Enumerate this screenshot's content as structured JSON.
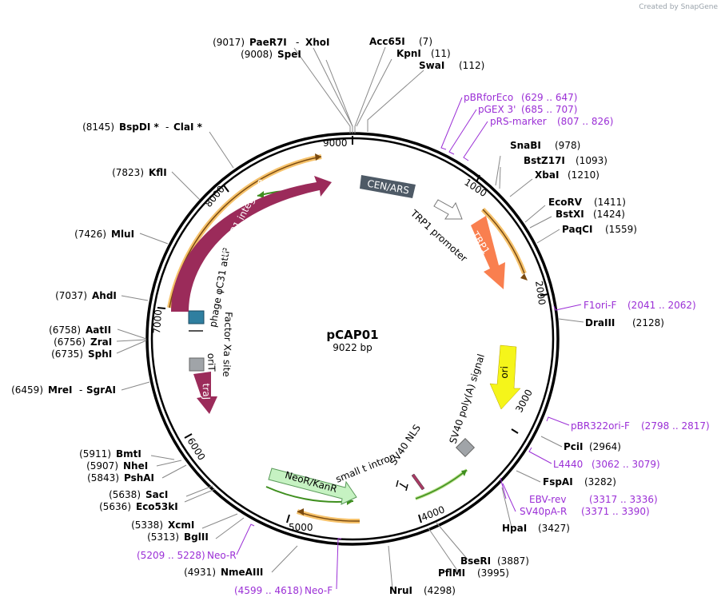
{
  "credit": "Created by SnapGene",
  "plasmid": {
    "name": "pCAP01",
    "size": "9022 bp"
  },
  "ticks": [
    "9000",
    "1000",
    "2000",
    "3000",
    "4000",
    "5000",
    "6000",
    "7000",
    "8000"
  ],
  "enzymes": [
    {
      "name": "PaeR7I",
      "pos": "(9017)"
    },
    {
      "name": "XhoI",
      "pos": ""
    },
    {
      "name": "SpeI",
      "pos": "(9008)"
    },
    {
      "name": "Acc65I",
      "pos": "(7)"
    },
    {
      "name": "KpnI",
      "pos": "(11)"
    },
    {
      "name": "SwaI",
      "pos": "(112)"
    },
    {
      "name": "SnaBI",
      "pos": "(978)"
    },
    {
      "name": "BstZ17I",
      "pos": "(1093)"
    },
    {
      "name": "XbaI",
      "pos": "(1210)"
    },
    {
      "name": "EcoRV",
      "pos": "(1411)"
    },
    {
      "name": "BstXI",
      "pos": "(1424)"
    },
    {
      "name": "PaqCI",
      "pos": "(1559)"
    },
    {
      "name": "DraIII",
      "pos": "(2128)"
    },
    {
      "name": "PciI",
      "pos": "(2964)"
    },
    {
      "name": "FspAI",
      "pos": "(3282)"
    },
    {
      "name": "HpaI",
      "pos": "(3427)"
    },
    {
      "name": "BseRI",
      "pos": "(3887)"
    },
    {
      "name": "PflMI",
      "pos": "(3995)"
    },
    {
      "name": "NruI",
      "pos": "(4298)"
    },
    {
      "name": "NmeAIII",
      "pos": "(4931)"
    },
    {
      "name": "BglII",
      "pos": "(5313)"
    },
    {
      "name": "XcmI",
      "pos": "(5338)"
    },
    {
      "name": "Eco53kI",
      "pos": "(5636)"
    },
    {
      "name": "SacI",
      "pos": "(5638)"
    },
    {
      "name": "PshAI",
      "pos": "(5843)"
    },
    {
      "name": "NheI",
      "pos": "(5907)"
    },
    {
      "name": "BmtI",
      "pos": "(5911)"
    },
    {
      "name": "MreI",
      "pos": "(6459)"
    },
    {
      "name": "SgrAI",
      "pos": ""
    },
    {
      "name": "SphI",
      "pos": "(6735)"
    },
    {
      "name": "ZraI",
      "pos": "(6756)"
    },
    {
      "name": "AatII",
      "pos": "(6758)"
    },
    {
      "name": "AhdI",
      "pos": "(7037)"
    },
    {
      "name": "MluI",
      "pos": "(7426)"
    },
    {
      "name": "KflI",
      "pos": "(7823)"
    },
    {
      "name": "BspDI *",
      "pos": "(8145)"
    },
    {
      "name": "ClaI *",
      "pos": ""
    }
  ],
  "primers": [
    {
      "name": "pBRforEco",
      "range": "(629 .. 647)"
    },
    {
      "name": "pGEX 3'",
      "range": "(685 .. 707)"
    },
    {
      "name": "pRS-marker",
      "range": "(807 .. 826)"
    },
    {
      "name": "F1ori-F",
      "range": "(2041 .. 2062)"
    },
    {
      "name": "pBR322ori-F",
      "range": "(2798 .. 2817)"
    },
    {
      "name": "L4440",
      "range": "(3062 .. 3079)"
    },
    {
      "name": "EBV-rev",
      "range": "(3317 .. 3336)"
    },
    {
      "name": "SV40pA-R",
      "range": "(3371 .. 3390)"
    },
    {
      "name": "Neo-R",
      "range": "(5209 .. 5228)"
    },
    {
      "name": "Neo-F",
      "range": "(4599 .. 4618)"
    }
  ],
  "features": {
    "cen_ars": "CEN/ARS",
    "trp1_promoter": "TRP1 promoter",
    "trp1": "TRP1",
    "ori": "ori",
    "sv40_polya": "SV40 poly(A) signal",
    "sv40_nls": "SV40 NLS",
    "small_t_intron": "small t intron",
    "neor_kanr": "NeoR/KanR",
    "traj": "traJ",
    "orit": "oriT",
    "factor_xa": "Factor Xa site",
    "phic31_attp": "phage φC31 attP",
    "phic31_integrase": "phage φC31 integrase"
  }
}
